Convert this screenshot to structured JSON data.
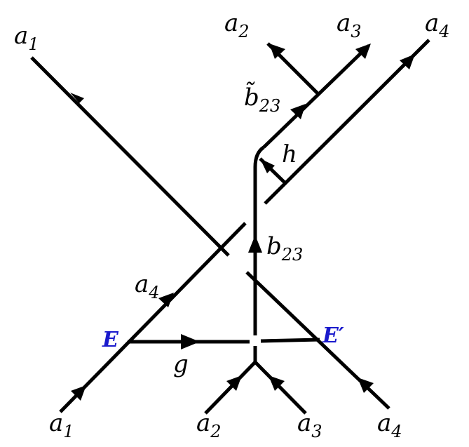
{
  "diagram": {
    "labels": {
      "top_a1": {
        "base": "a",
        "sub": "1"
      },
      "top_a2": {
        "base": "a",
        "sub": "2"
      },
      "top_a3": {
        "base": "a",
        "sub": "3"
      },
      "top_a4": {
        "base": "a",
        "sub": "4"
      },
      "b23_tilde": {
        "base": "b̃",
        "sub": "23"
      },
      "h": {
        "base": "h"
      },
      "b23": {
        "base": "b",
        "sub": "23"
      },
      "mid_a4": {
        "base": "a",
        "sub": "4"
      },
      "E": {
        "base": "E"
      },
      "E_prime": {
        "base": "E′"
      },
      "g": {
        "base": "g"
      },
      "bot_a1": {
        "base": "a",
        "sub": "1"
      },
      "bot_a2": {
        "base": "a",
        "sub": "2"
      },
      "bot_a3": {
        "base": "a",
        "sub": "3"
      },
      "bot_a4": {
        "base": "a",
        "sub": "4"
      }
    },
    "colors": {
      "lines": "#000000",
      "vertex_labels": "#1a1acc"
    }
  }
}
